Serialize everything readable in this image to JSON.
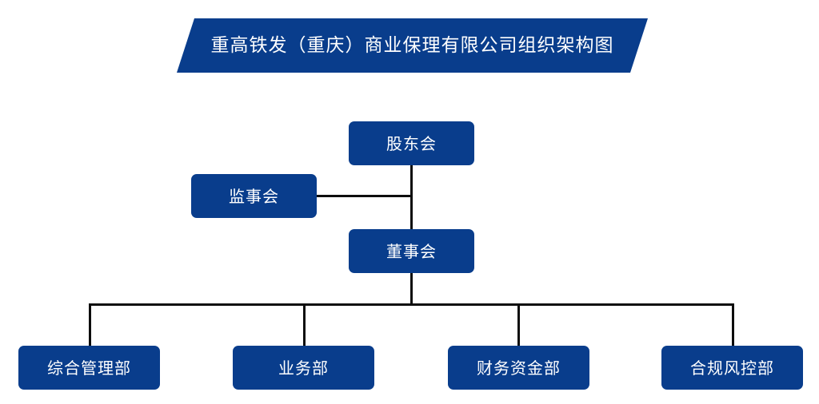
{
  "title": {
    "text": "重高铁发（重庆）商业保理有限公司组织架构图"
  },
  "colors": {
    "brand_blue": "#093D8C",
    "connector": "#0d0d0d",
    "background": "#ffffff",
    "node_text": "#ffffff"
  },
  "chart": {
    "type": "org-chart",
    "nodes": {
      "shareholders": {
        "label": "股东会"
      },
      "supervisors": {
        "label": "监事会"
      },
      "directors": {
        "label": "董事会"
      },
      "departments": [
        {
          "label": "综合管理部"
        },
        {
          "label": "业务部"
        },
        {
          "label": "财务资金部"
        },
        {
          "label": "合规风控部"
        }
      ]
    }
  }
}
